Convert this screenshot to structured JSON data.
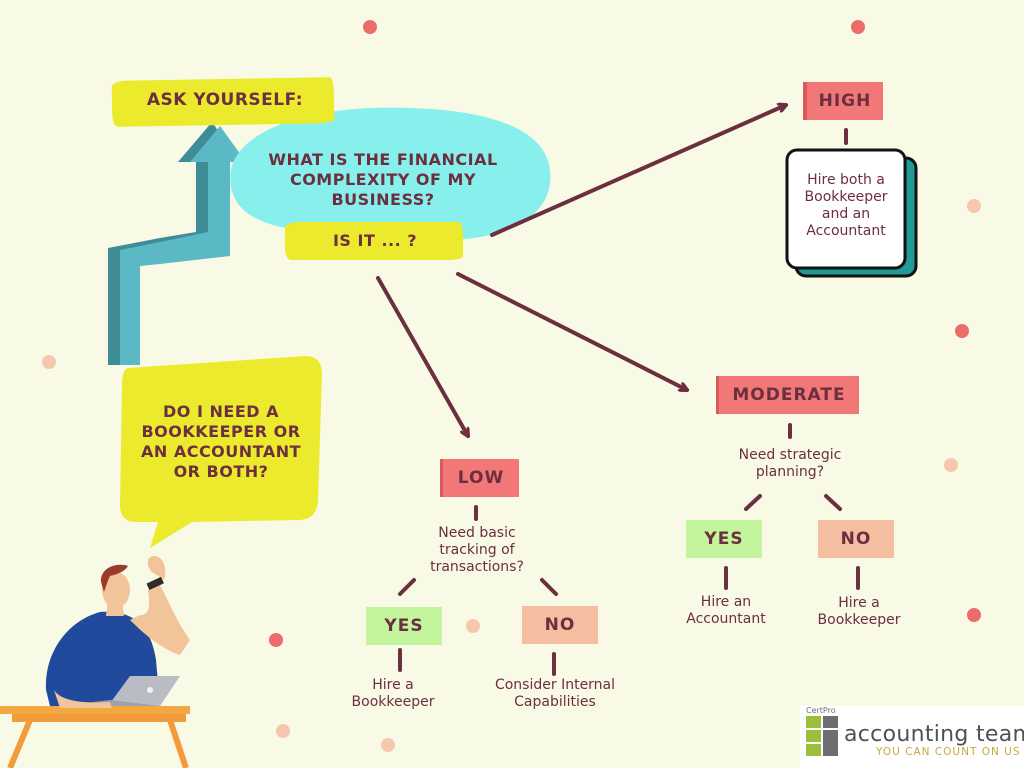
{
  "ask": "ASK YOURSELF:",
  "question": "WHAT IS THE FINANCIAL COMPLEXITY OF MY BUSINESS?",
  "is_it": "IS IT ... ?",
  "thought": "DO I NEED A BOOKKEEPER OR AN ACCOUNTANT OR BOTH?",
  "high": {
    "label": "HIGH",
    "result": "Hire both a Bookkeeper and an Accountant"
  },
  "moderate": {
    "label": "MODERATE",
    "question": "Need strategic planning?",
    "yes": "YES",
    "no": "NO",
    "yes_result": "Hire an Accountant",
    "no_result": "Hire a Bookkeeper"
  },
  "low": {
    "label": "LOW",
    "question": "Need basic tracking of transactions?",
    "yes": "YES",
    "no": "NO",
    "yes_result": "Hire a Bookkeeper",
    "no_result": "Consider Internal Capabilities"
  },
  "logo": {
    "certpro": "CertPro",
    "name": "accounting team",
    "tagline": "YOU CAN COUNT ON US"
  },
  "colors": {
    "background": "#f8fae6",
    "highlight": "#ecea2c",
    "cyan_bubble": "#87f0ec",
    "red_box": "#f27878",
    "green_box": "#c2f59c",
    "peach_box": "#f5bea0",
    "text": "#6b2f3f",
    "arrow": "#6b2f3f",
    "teal_arrow": "#4ba9b5"
  }
}
